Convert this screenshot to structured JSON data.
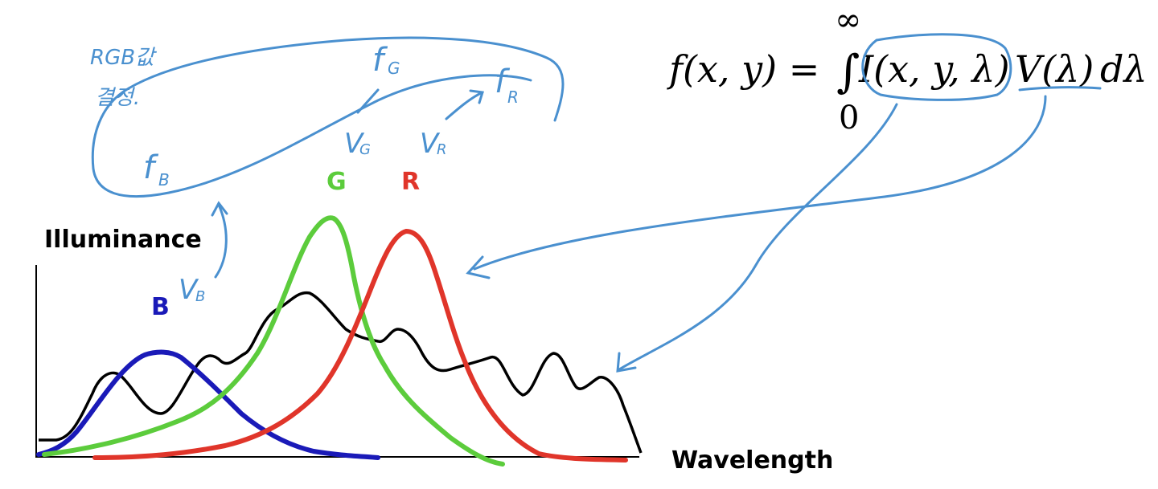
{
  "axes": {
    "y_label": "Illuminance",
    "x_label": "Wavelength"
  },
  "curves": {
    "b_label": "B",
    "g_label": "G",
    "r_label": "R",
    "colors": {
      "black": "#000000",
      "blue": "#1a1ab8",
      "green": "#5ccc3c",
      "red": "#e0352a"
    }
  },
  "formula": {
    "lhs": "f(x, y) = ",
    "integral": "∫",
    "upper": "∞",
    "lower": "0",
    "integrand_i": "I(x, y, λ)",
    "integrand_v": "V(λ)",
    "differential": "dλ"
  },
  "annotations": {
    "note_line1": "RGB값",
    "note_line2": "결정.",
    "f_g": "f",
    "f_g_sub": "G",
    "f_r": "f",
    "f_r_sub": "R",
    "f_b": "f",
    "f_b_sub": "B",
    "v_g": "V",
    "v_g_sub": "G",
    "v_r": "V",
    "v_r_sub": "R",
    "v_b": "V",
    "v_b_sub": "B",
    "color": "#4a90cf"
  }
}
